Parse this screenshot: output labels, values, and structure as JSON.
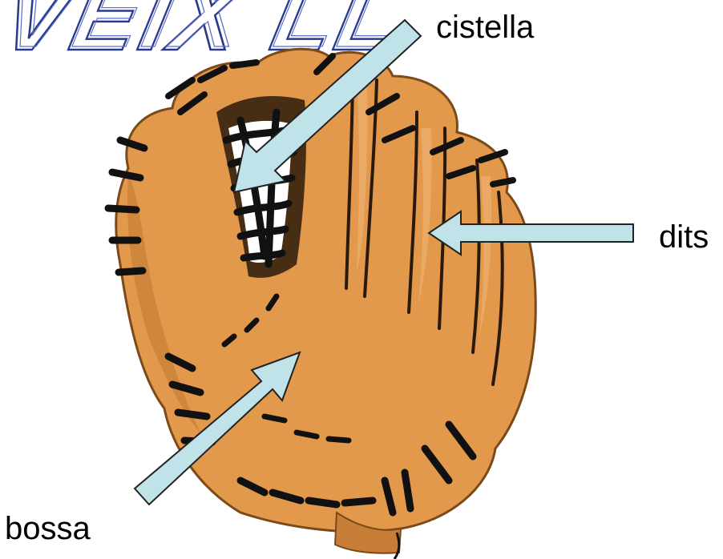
{
  "title_art_text": "VEIX LL",
  "labels": {
    "basket": "cistella",
    "fingers": "dits",
    "pocket": "bossa"
  },
  "colors": {
    "glove_main": "#E3994C",
    "glove_light": "#EFB577",
    "glove_shadow": "#C87E37",
    "lace": "#111111",
    "arrow_fill": "#BFE3E8",
    "arrow_stroke": "#222222",
    "title_art_stroke": "#2B3A8C"
  },
  "icons": {
    "main_image": "baseball-glove-illustration"
  }
}
